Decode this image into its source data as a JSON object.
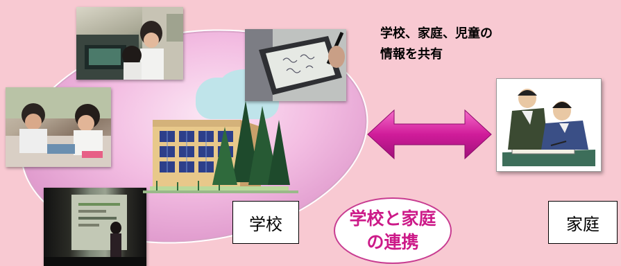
{
  "info_text_line1": "学校、家庭、児童の",
  "info_text_line2": "情報を共有",
  "school_label": "学校",
  "home_label": "家庭",
  "center_label_line1": "学校と家庭",
  "center_label_line2": "の連携",
  "colors": {
    "background": "#f8c9d2",
    "oval": "#e8a9d6",
    "arrow": "#d01c9a",
    "accent_text": "#cc1a88"
  },
  "icons": {
    "school": "school-building-icon",
    "arrow": "double-arrow-icon",
    "home": "parent-child-study-icon"
  }
}
